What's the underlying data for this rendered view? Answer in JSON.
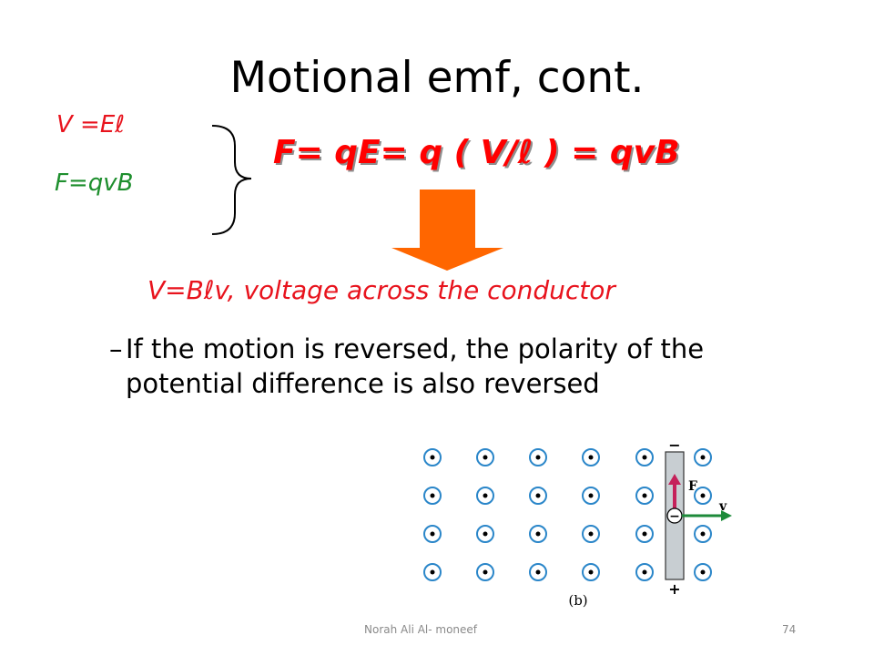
{
  "slide": {
    "title": "Motional emf, cont.",
    "eq_v": "V =Eℓ",
    "eq_f": "F=qvB",
    "main_equation": "F= qE= q ( V/ℓ ) = qvB",
    "result": "V=Bℓv, voltage across the conductor",
    "bullet_dash": "–",
    "bullet_text": "If the motion is reversed, the polarity of the potential difference is also reversed"
  },
  "figure": {
    "force_label": "F",
    "velocity_label": "v",
    "top_sign": "−",
    "bottom_sign": "+",
    "charge_sign": "−",
    "caption": "(b)",
    "field_symbol_color": "#2a86c9",
    "force_color": "#c5215a",
    "velocity_color": "#1d8a3a"
  },
  "footer": {
    "author": "Norah  Ali Al- moneef",
    "page": "74"
  },
  "colors": {
    "arrow": "#ff6600",
    "red_text": "#e8131d",
    "green_text": "#1e8f2e"
  }
}
